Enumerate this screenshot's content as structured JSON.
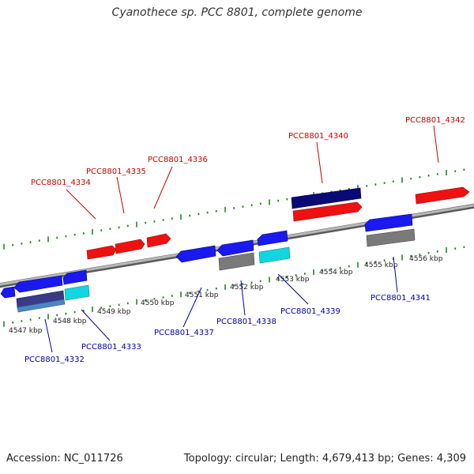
{
  "title": "Cyanothece sp. PCC 8801, complete genome",
  "footer": {
    "accession": "Accession: NC_011726",
    "summary": "Topology: circular; Length: 4,679,413 bp; Genes: 4,309"
  },
  "colors": {
    "red": "#ee1111",
    "blue": "#1a1aee",
    "navy": "#0a0a77",
    "cyan": "#11d6e0",
    "gray": "#7a7a7a",
    "slate": "#3a3a88",
    "steel": "#4a86c0",
    "forward_label": "#cc0000",
    "reverse_label": "#0000aa",
    "tick": "#1a8a1a",
    "backbone": "#909090"
  },
  "scale": [
    {
      "label": "4547 kbp",
      "kbp": 4547
    },
    {
      "label": "4548 kbp",
      "kbp": 4548
    },
    {
      "label": "4549 kbp",
      "kbp": 4549
    },
    {
      "label": "4550 kbp",
      "kbp": 4550
    },
    {
      "label": "4551 kbp",
      "kbp": 4551
    },
    {
      "label": "4552 kbp",
      "kbp": 4552
    },
    {
      "label": "4553 kbp",
      "kbp": 4553
    },
    {
      "label": "4554 kbp",
      "kbp": 4554
    },
    {
      "label": "4555 kbp",
      "kbp": 4555
    },
    {
      "label": "4556 kbp",
      "kbp": 4556
    }
  ],
  "forward_labels": [
    {
      "name": "PCC8801_4334"
    },
    {
      "name": "PCC8801_4335"
    },
    {
      "name": "PCC8801_4336"
    },
    {
      "name": "PCC8801_4340"
    },
    {
      "name": "PCC8801_4342"
    }
  ],
  "reverse_labels": [
    {
      "name": "PCC8801_4332"
    },
    {
      "name": "PCC8801_4333"
    },
    {
      "name": "PCC8801_4337"
    },
    {
      "name": "PCC8801_4338"
    },
    {
      "name": "PCC8801_4339"
    },
    {
      "name": "PCC8801_4341"
    }
  ]
}
